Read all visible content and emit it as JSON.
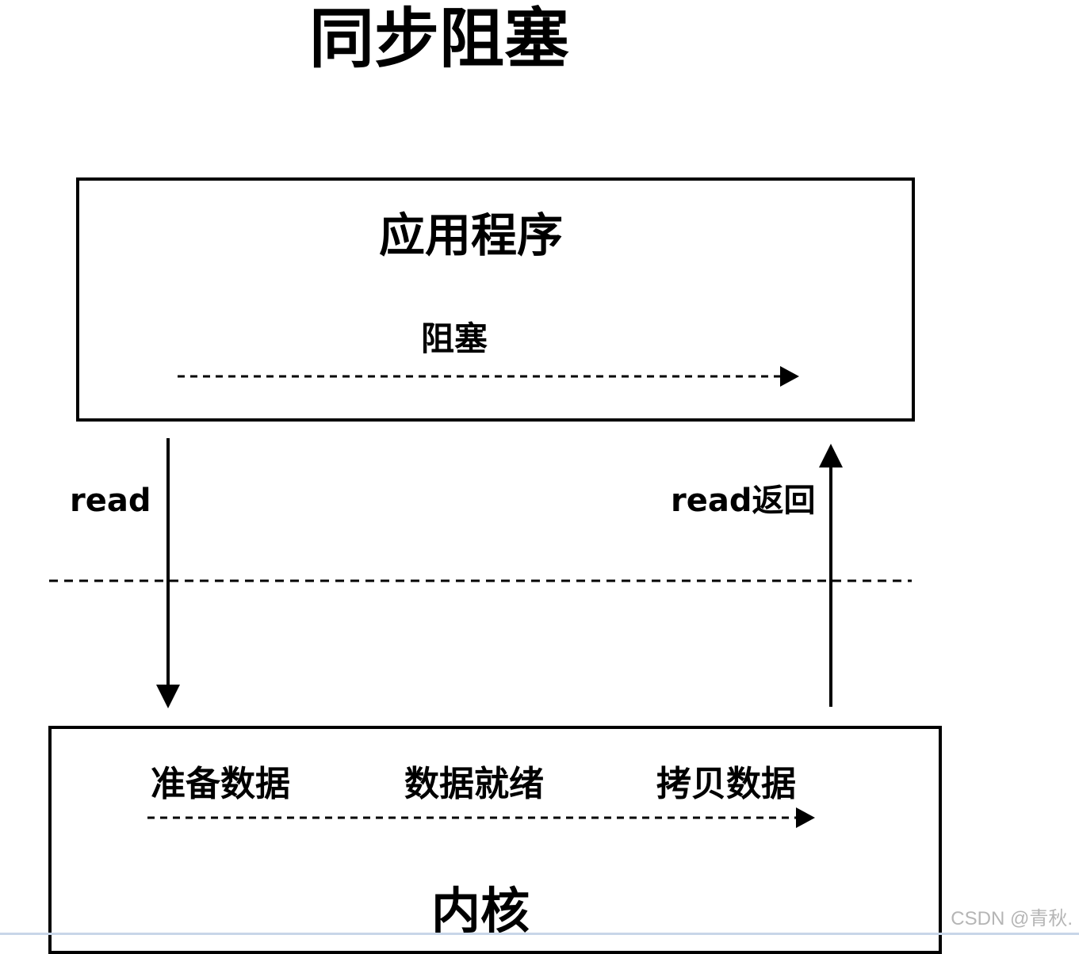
{
  "title": "同步阻塞",
  "application": {
    "label": "应用程序",
    "blocking_label": "阻塞"
  },
  "calls": {
    "read": "read",
    "read_return": "read返回"
  },
  "kernel": {
    "label": "内核",
    "steps": [
      "准备数据",
      "数据就绪",
      "拷贝数据"
    ]
  },
  "watermark": "CSDN @青秋.",
  "colors": {
    "stroke": "#000000",
    "background": "#ffffff",
    "watermark": "#b5b5b5"
  }
}
